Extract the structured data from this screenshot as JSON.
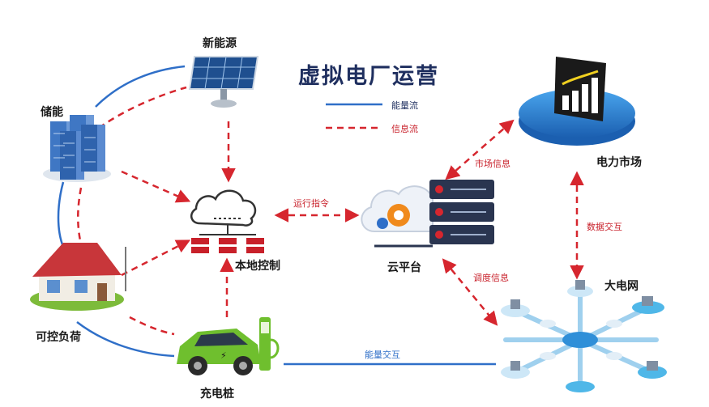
{
  "title": "虚拟电厂运营",
  "legend": {
    "energy_flow": "能量流",
    "info_flow": "信息流"
  },
  "nodes": {
    "new_energy": "新能源",
    "storage": "储能",
    "local_control": "本地控制",
    "controllable_load": "可控负荷",
    "charging_pile": "充电桩",
    "cloud_platform": "云平台",
    "power_market": "电力市场",
    "grid": "大电网"
  },
  "edges": {
    "operation_command": "运行指令",
    "market_info": "市场信息",
    "data_exchange": "数据交互",
    "dispatch_info": "调度信息",
    "energy_exchange": "能量交互"
  },
  "colors": {
    "energy": "#2f6fc8",
    "info": "#d6262e",
    "title": "#1f2f5f"
  }
}
